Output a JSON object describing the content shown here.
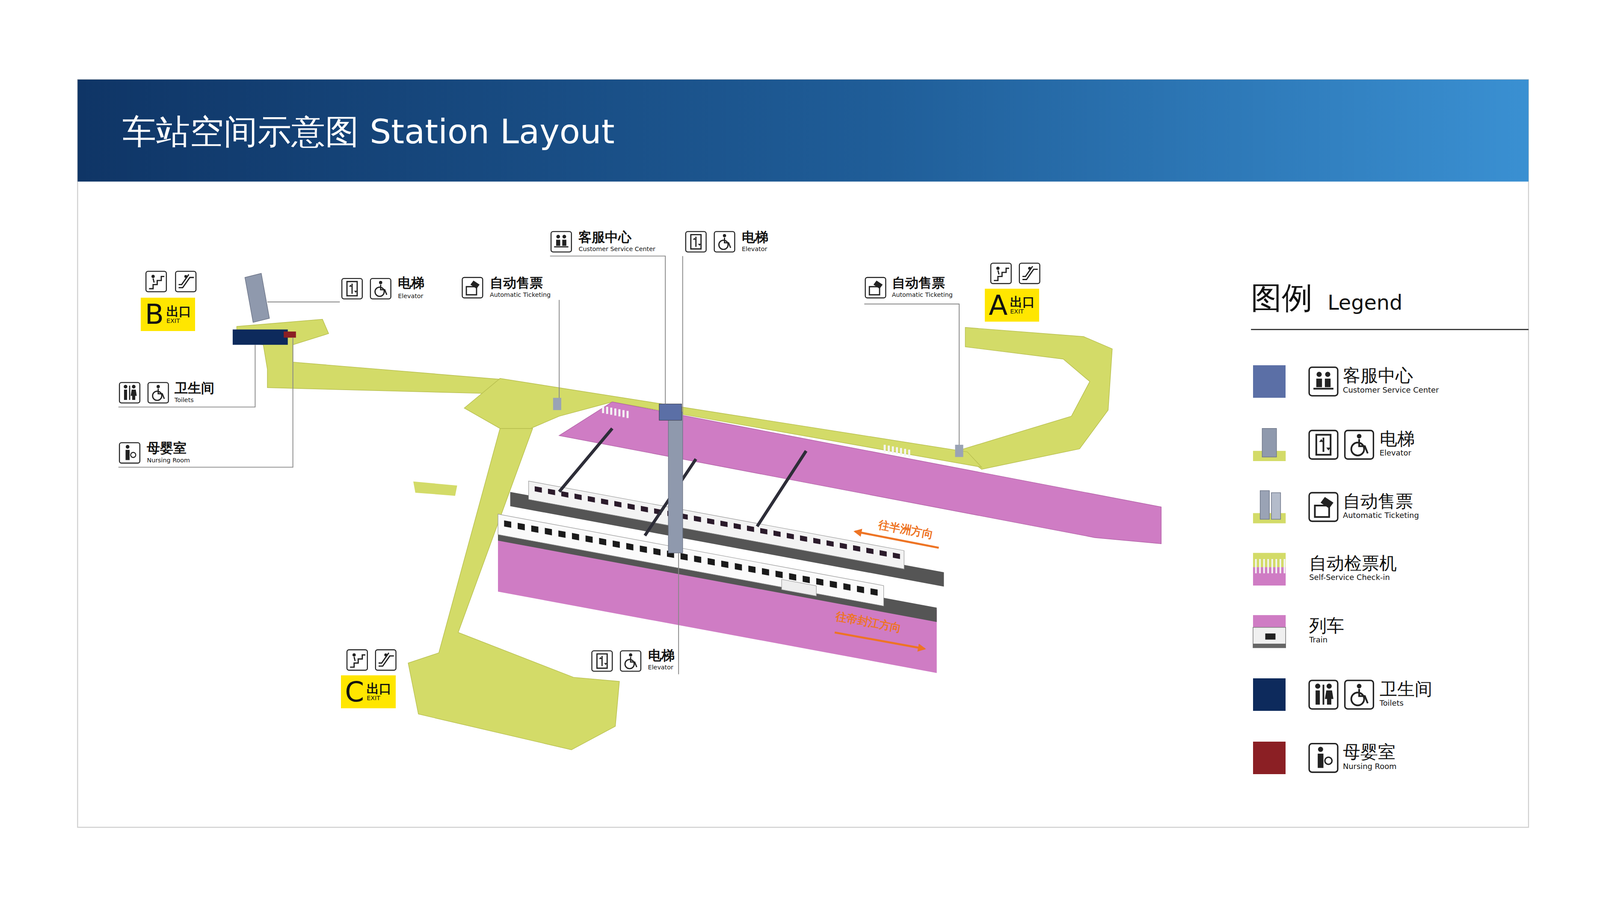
{
  "diagram": {
    "title": "车站空间示意图 Station Layout",
    "nodes": [
      {
        "text": [
          "B",
          "出口",
          "EXIT"
        ]
      },
      {
        "text": [
          "A",
          "出口",
          "EXIT"
        ]
      },
      {
        "text": [
          "C",
          "出口",
          "EXIT"
        ]
      }
    ],
    "labels": [
      "电梯",
      "Elevator",
      "自动售票",
      "Automatic Ticketing",
      "客服中心",
      "Customer Service Center",
      "电梯",
      "Elevator",
      "自动售票",
      "Automatic Ticketing",
      "卫生间",
      "Toilets",
      "母婴室",
      "Nursing Room",
      "往半洲方向",
      "往帝封江方向",
      "电梯",
      "Elevator",
      "图例",
      "Legend",
      "Customer Service Center",
      "Elevator",
      "Automatic Ticketing",
      "Self-Service Check-in",
      "Train",
      "Toilets",
      "Nursing Room"
    ],
    "legend": [
      {
        "text": "客服中心",
        "color": "#5b6fa6"
      },
      {
        "text": "电梯"
      },
      {
        "text": "自动售票"
      },
      {
        "text": "自动检票机"
      },
      {
        "text": "列车"
      },
      {
        "text": "卫生间",
        "color": "#0d2a5c"
      },
      {
        "text": "母婴室",
        "color": "#8b1f24"
      }
    ]
  }
}
